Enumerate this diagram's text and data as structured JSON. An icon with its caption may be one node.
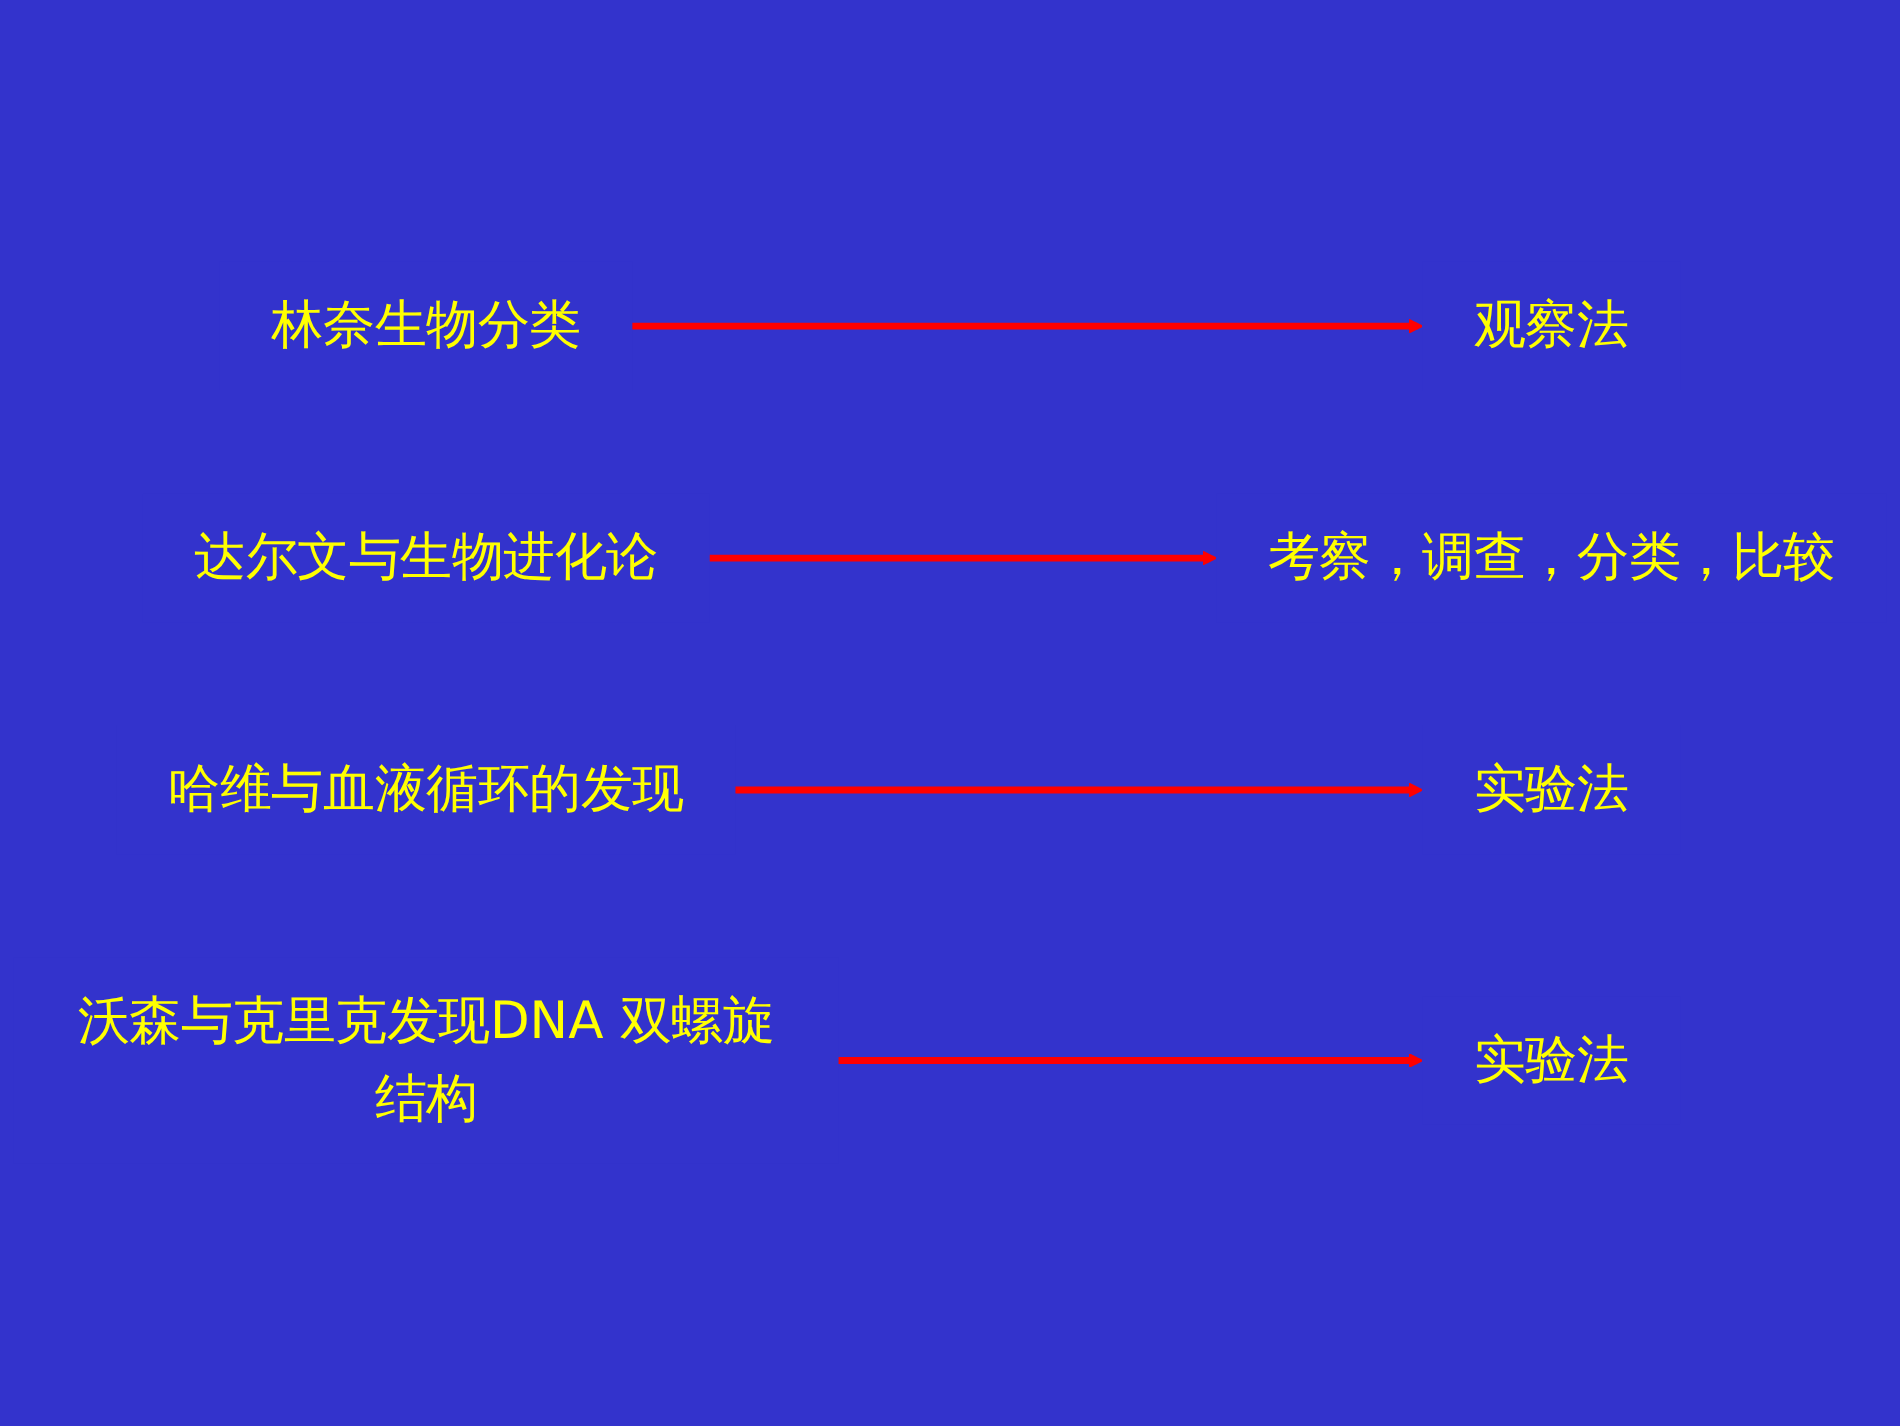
{
  "diagram": {
    "nodes": [
      {
        "text": [
          "林奈生物分类"
        ]
      },
      {
        "text": [
          "考察，调查，分类，比较"
        ]
      },
      {
        "text": [
          "达尔文与生物进化论"
        ]
      },
      {
        "text": [
          "实验法"
        ]
      },
      {
        "text": [
          "哈维与血液循环的发现"
        ]
      },
      {
        "text": [
          "观察法"
        ]
      },
      {
        "text": [
          "沃森与克里克发现DNA 双螺旋结构"
        ]
      },
      {
        "text": [
          "实验法"
        ]
      }
    ],
    "edges": [
      {
        "from": 0,
        "to": 5,
        "arrow": "to"
      },
      {
        "from": 2,
        "to": 1,
        "arrow": "to"
      },
      {
        "from": 4,
        "to": 3,
        "arrow": "to"
      },
      {
        "from": 6,
        "to": 7,
        "arrow": "to"
      }
    ]
  }
}
